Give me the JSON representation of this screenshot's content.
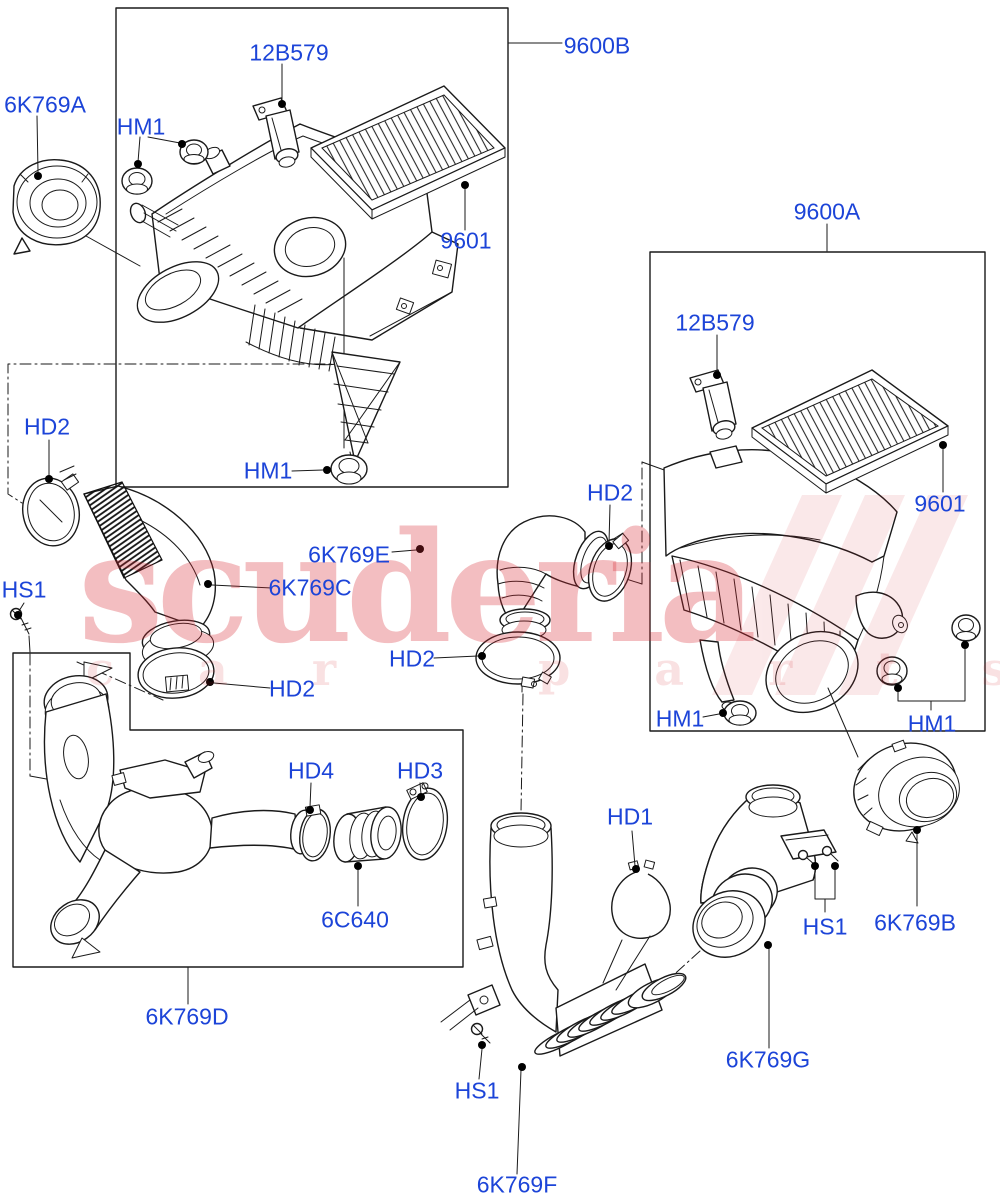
{
  "diagram": {
    "type": "exploded-parts-diagram",
    "subject": "Air cleaner assemblies, intake hoses and clamps",
    "background": "#ffffff",
    "line_color": "#1a1a1a",
    "label_color": "#1c44d8"
  },
  "watermark": {
    "primary": "scuderia",
    "secondary": "car parts",
    "color": "#d62832"
  },
  "parts": {
    "p9600a": "9600A",
    "p9600b": "9600B",
    "p9601": "9601",
    "p12b579": "12B579",
    "p6k769a": "6K769A",
    "p6k769b": "6K769B",
    "p6k769c": "6K769C",
    "p6k769d": "6K769D",
    "p6k769e": "6K769E",
    "p6k769f": "6K769F",
    "p6k769g": "6K769G",
    "p6c640": "6C640",
    "hm1": "HM1",
    "hd1": "HD1",
    "hd2": "HD2",
    "hd3": "HD3",
    "hd4": "HD4",
    "hs1": "HS1"
  }
}
